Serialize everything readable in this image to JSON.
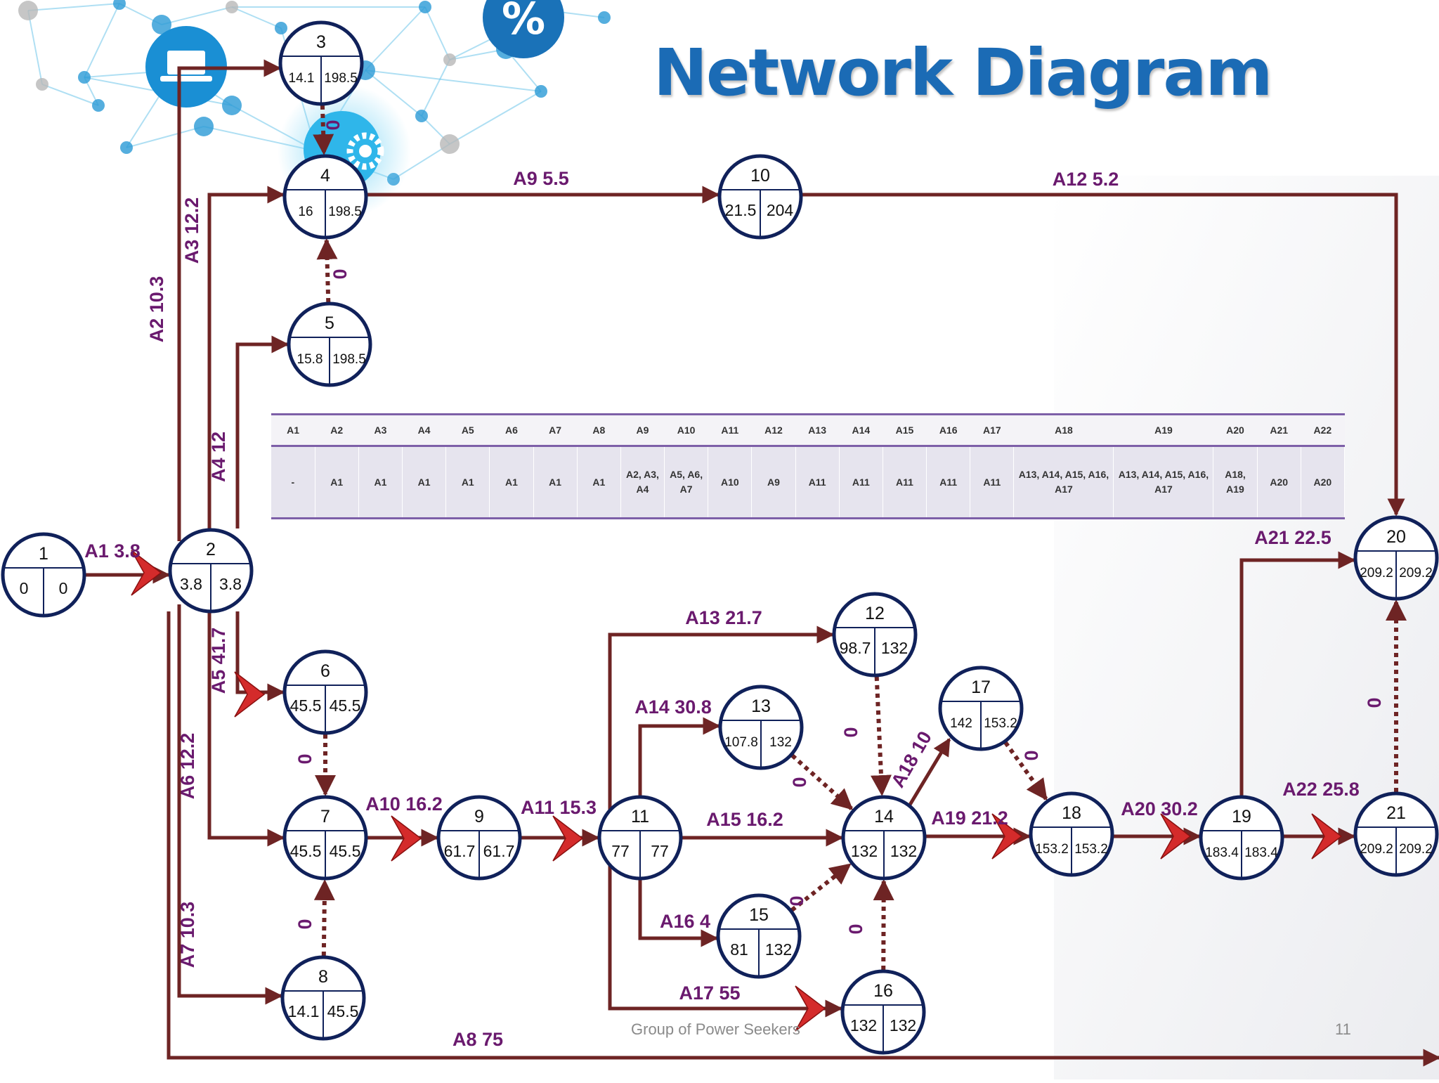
{
  "title": "Network Diagram",
  "footer": {
    "text": "Group of Power Seekers",
    "page": "11"
  },
  "nodes": [
    {
      "id": "1",
      "es": "0",
      "ls": "0"
    },
    {
      "id": "2",
      "es": "3.8",
      "ls": "3.8"
    },
    {
      "id": "3",
      "es": "14.1",
      "ls": "198.5"
    },
    {
      "id": "4",
      "es": "16",
      "ls": "198.5"
    },
    {
      "id": "5",
      "es": "15.8",
      "ls": "198.5"
    },
    {
      "id": "6",
      "es": "45.5",
      "ls": "45.5"
    },
    {
      "id": "7",
      "es": "45.5",
      "ls": "45.5"
    },
    {
      "id": "8",
      "es": "14.1",
      "ls": "45.5"
    },
    {
      "id": "9",
      "es": "61.7",
      "ls": "61.7"
    },
    {
      "id": "10",
      "es": "21.5",
      "ls": "204"
    },
    {
      "id": "11",
      "es": "77",
      "ls": "77"
    },
    {
      "id": "12",
      "es": "98.7",
      "ls": "132"
    },
    {
      "id": "13",
      "es": "107.8",
      "ls": "132"
    },
    {
      "id": "14",
      "es": "132",
      "ls": "132"
    },
    {
      "id": "15",
      "es": "81",
      "ls": "132"
    },
    {
      "id": "16",
      "es": "132",
      "ls": "132"
    },
    {
      "id": "17",
      "es": "142",
      "ls": "153.2"
    },
    {
      "id": "18",
      "es": "153.2",
      "ls": "153.2"
    },
    {
      "id": "19",
      "es": "183.4",
      "ls": "183.4"
    },
    {
      "id": "20",
      "es": "209.2",
      "ls": "209.2"
    },
    {
      "id": "21",
      "es": "209.2",
      "ls": "209.2"
    }
  ],
  "activities": [
    {
      "name": "A1",
      "duration": "3.8",
      "from": "1",
      "to": "2"
    },
    {
      "name": "A2",
      "duration": "10.3",
      "from": "2",
      "to": "3"
    },
    {
      "name": "A3",
      "duration": "12.2",
      "from": "2",
      "to": "4"
    },
    {
      "name": "A4",
      "duration": "12",
      "from": "2",
      "to": "5"
    },
    {
      "name": "A5",
      "duration": "41.7",
      "from": "2",
      "to": "6"
    },
    {
      "name": "A6",
      "duration": "12.2",
      "from": "2",
      "to": "7"
    },
    {
      "name": "A7",
      "duration": "10.3",
      "from": "2",
      "to": "8"
    },
    {
      "name": "A8",
      "duration": "75",
      "from": "2",
      "to": "21"
    },
    {
      "name": "A9",
      "duration": "5.5",
      "from": "4",
      "to": "10"
    },
    {
      "name": "A10",
      "duration": "16.2",
      "from": "7",
      "to": "9"
    },
    {
      "name": "A11",
      "duration": "15.3",
      "from": "9",
      "to": "11"
    },
    {
      "name": "A12",
      "duration": "5.2",
      "from": "10",
      "to": "20"
    },
    {
      "name": "A13",
      "duration": "21.7",
      "from": "11",
      "to": "12"
    },
    {
      "name": "A14",
      "duration": "30.8",
      "from": "11",
      "to": "13"
    },
    {
      "name": "A15",
      "duration": "16.2",
      "from": "11",
      "to": "14"
    },
    {
      "name": "A16",
      "duration": "4",
      "from": "11",
      "to": "15"
    },
    {
      "name": "A17",
      "duration": "55",
      "from": "11",
      "to": "16"
    },
    {
      "name": "A18",
      "duration": "10",
      "from": "14",
      "to": "17"
    },
    {
      "name": "A19",
      "duration": "21.2",
      "from": "14",
      "to": "18"
    },
    {
      "name": "A20",
      "duration": "30.2",
      "from": "18",
      "to": "19"
    },
    {
      "name": "A21",
      "duration": "22.5",
      "from": "19",
      "to": "20"
    },
    {
      "name": "A22",
      "duration": "25.8",
      "from": "19",
      "to": "21"
    }
  ],
  "dummies": [
    {
      "from": "3",
      "to": "4",
      "label": "0"
    },
    {
      "from": "5",
      "to": "4",
      "label": "0"
    },
    {
      "from": "6",
      "to": "7",
      "label": "0"
    },
    {
      "from": "8",
      "to": "7",
      "label": "0"
    },
    {
      "from": "12",
      "to": "14",
      "label": "0"
    },
    {
      "from": "13",
      "to": "14",
      "label": "0"
    },
    {
      "from": "15",
      "to": "14",
      "label": "0"
    },
    {
      "from": "16",
      "to": "14",
      "label": "0"
    },
    {
      "from": "17",
      "to": "18",
      "label": "0"
    },
    {
      "from": "21",
      "to": "20",
      "label": "0"
    }
  ],
  "predecessor_table": {
    "headers": [
      "A1",
      "A2",
      "A3",
      "A4",
      "A5",
      "A6",
      "A7",
      "A8",
      "A9",
      "A10",
      "A11",
      "A12",
      "A13",
      "A14",
      "A15",
      "A16",
      "A17",
      "A18",
      "A19",
      "A20",
      "A21",
      "A22"
    ],
    "predecessors": [
      "-",
      "A1",
      "A1",
      "A1",
      "A1",
      "A1",
      "A1",
      "A1",
      "A2, A3, A4",
      "A5, A6, A7",
      "A10",
      "A9",
      "A11",
      "A11",
      "A11",
      "A11",
      "A11",
      "A13, A14, A15, A16, A17",
      "A13, A14, A15, A16, A17",
      "A18, A19",
      "A20",
      "A20"
    ]
  },
  "colors": {
    "arrow": "#6e2424",
    "node_border": "#10215a",
    "label": "#6a1a6e",
    "critical_chevron": "#d42b2b",
    "title": "#1b6bb5"
  },
  "decorations": [
    "network-graphic",
    "laptop-icon",
    "percent-icon",
    "gear-icon"
  ]
}
